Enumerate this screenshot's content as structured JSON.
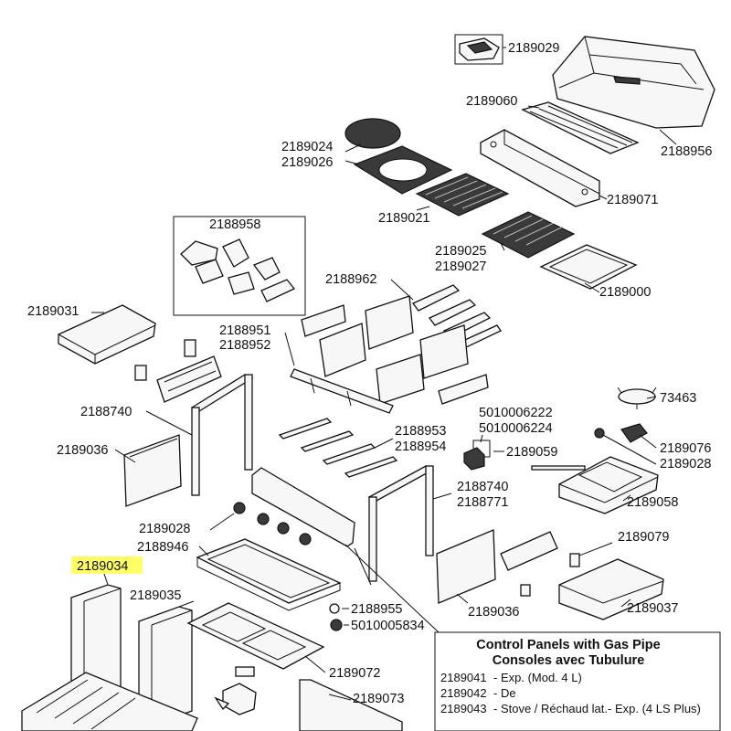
{
  "labels": {
    "p2189029": "2189029",
    "p2189060": "2189060",
    "p2188956": "2188956",
    "p2189024": "2189024",
    "p2189026": "2189026",
    "p2189071": "2189071",
    "p2189021": "2189021",
    "p2188958": "2188958",
    "p2189025": "2189025",
    "p2189027": "2189027",
    "p2189000": "2189000",
    "p2188962": "2188962",
    "p2189031": "2189031",
    "p2188951": "2188951",
    "p2188952": "2188952",
    "p73463": "73463",
    "p5010006222": "5010006222",
    "p5010006224": "5010006224",
    "p2188740a": "2188740",
    "p2188953": "2188953",
    "p2188954": "2188954",
    "p2189076": "2189076",
    "p2189036a": "2189036",
    "p2189059": "2189059",
    "p2189028a": "2189028",
    "p2188740b": "2188740",
    "p2188771": "2188771",
    "p2189058": "2189058",
    "p2189028b": "2189028",
    "p2188946": "2188946",
    "p2189079": "2189079",
    "p2189034": "2189034",
    "p2189035": "2189035",
    "p2189036b": "2189036",
    "p2189037": "2189037",
    "p2188955": "2188955",
    "p5010005834": "5010005834",
    "p2189072": "2189072",
    "p2189073": "2189073"
  },
  "highlight": {
    "color": "#ffff66"
  },
  "info_box": {
    "title_line1": "Control Panels with Gas Pipe",
    "title_line2": "Consoles avec Tubulure",
    "rows": [
      {
        "code": "2189041",
        "desc": "- Exp. (Mod. 4 L)"
      },
      {
        "code": "2189042",
        "desc": "- De"
      },
      {
        "code": "2189043",
        "desc": "- Stove / Réchaud lat.- Exp. (4 LS Plus)"
      }
    ]
  }
}
